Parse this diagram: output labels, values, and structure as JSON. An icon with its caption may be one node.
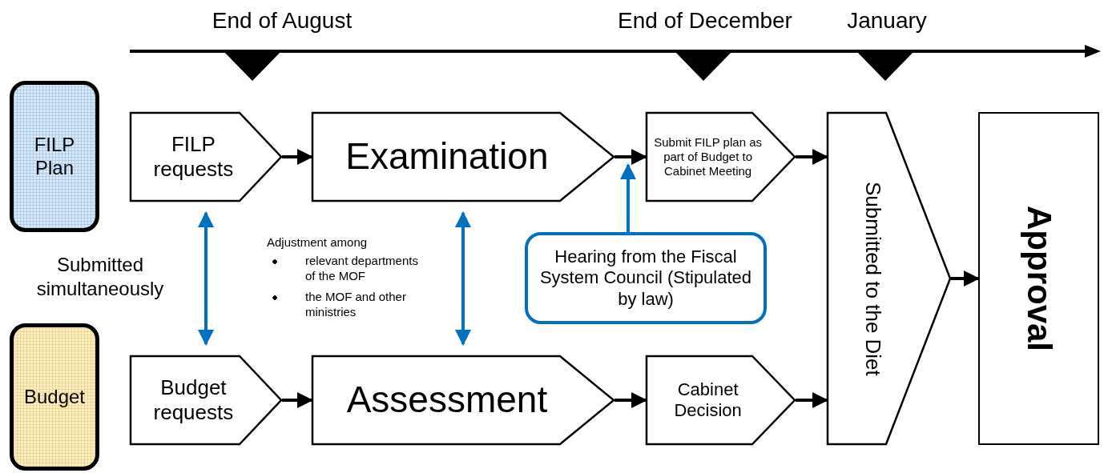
{
  "diagram": {
    "nodes": [
      {
        "text": [
          "FILP Plan"
        ]
      },
      {
        "text": [
          "Budget"
        ]
      },
      {
        "text": [
          "FILP requests"
        ]
      },
      {
        "text": [
          "Examination"
        ]
      },
      {
        "text": [
          "Submit FILP plan as part of Budget to Cabinet Meeting"
        ]
      },
      {
        "text": [
          "Budget requests"
        ]
      },
      {
        "text": [
          "Assessment"
        ]
      },
      {
        "text": [
          "Cabinet Decision"
        ]
      },
      {
        "text": [
          "Submitted to the Diet"
        ]
      },
      {
        "text": [
          "Approval"
        ]
      },
      {
        "text": [
          "Hearing from the Fiscal System Council (Stipulated by law)"
        ]
      }
    ],
    "edges": [
      {
        "from": 2,
        "to": 3,
        "arrow": "to"
      },
      {
        "from": 3,
        "to": 4,
        "arrow": "to"
      },
      {
        "from": 4,
        "to": 8,
        "arrow": "to"
      },
      {
        "from": 5,
        "to": 6,
        "arrow": "to"
      },
      {
        "from": 6,
        "to": 7,
        "arrow": "to"
      },
      {
        "from": 7,
        "to": 8,
        "arrow": "to"
      },
      {
        "from": 8,
        "to": 9,
        "arrow": "to"
      },
      {
        "from": 10,
        "to": 4,
        "arrow": "to",
        "color": "#0070c0"
      },
      {
        "from": 2,
        "to": 5,
        "arrow": "both",
        "color": "#0070c0"
      },
      {
        "from": 3,
        "to": 6,
        "arrow": "both",
        "color": "#0070c0"
      }
    ],
    "labels": [
      "End of August",
      "End of December",
      "January",
      "Submitted simultaneously",
      "Adjustment among",
      "relevant departments of the MOF",
      "the MOF and other ministries"
    ]
  }
}
